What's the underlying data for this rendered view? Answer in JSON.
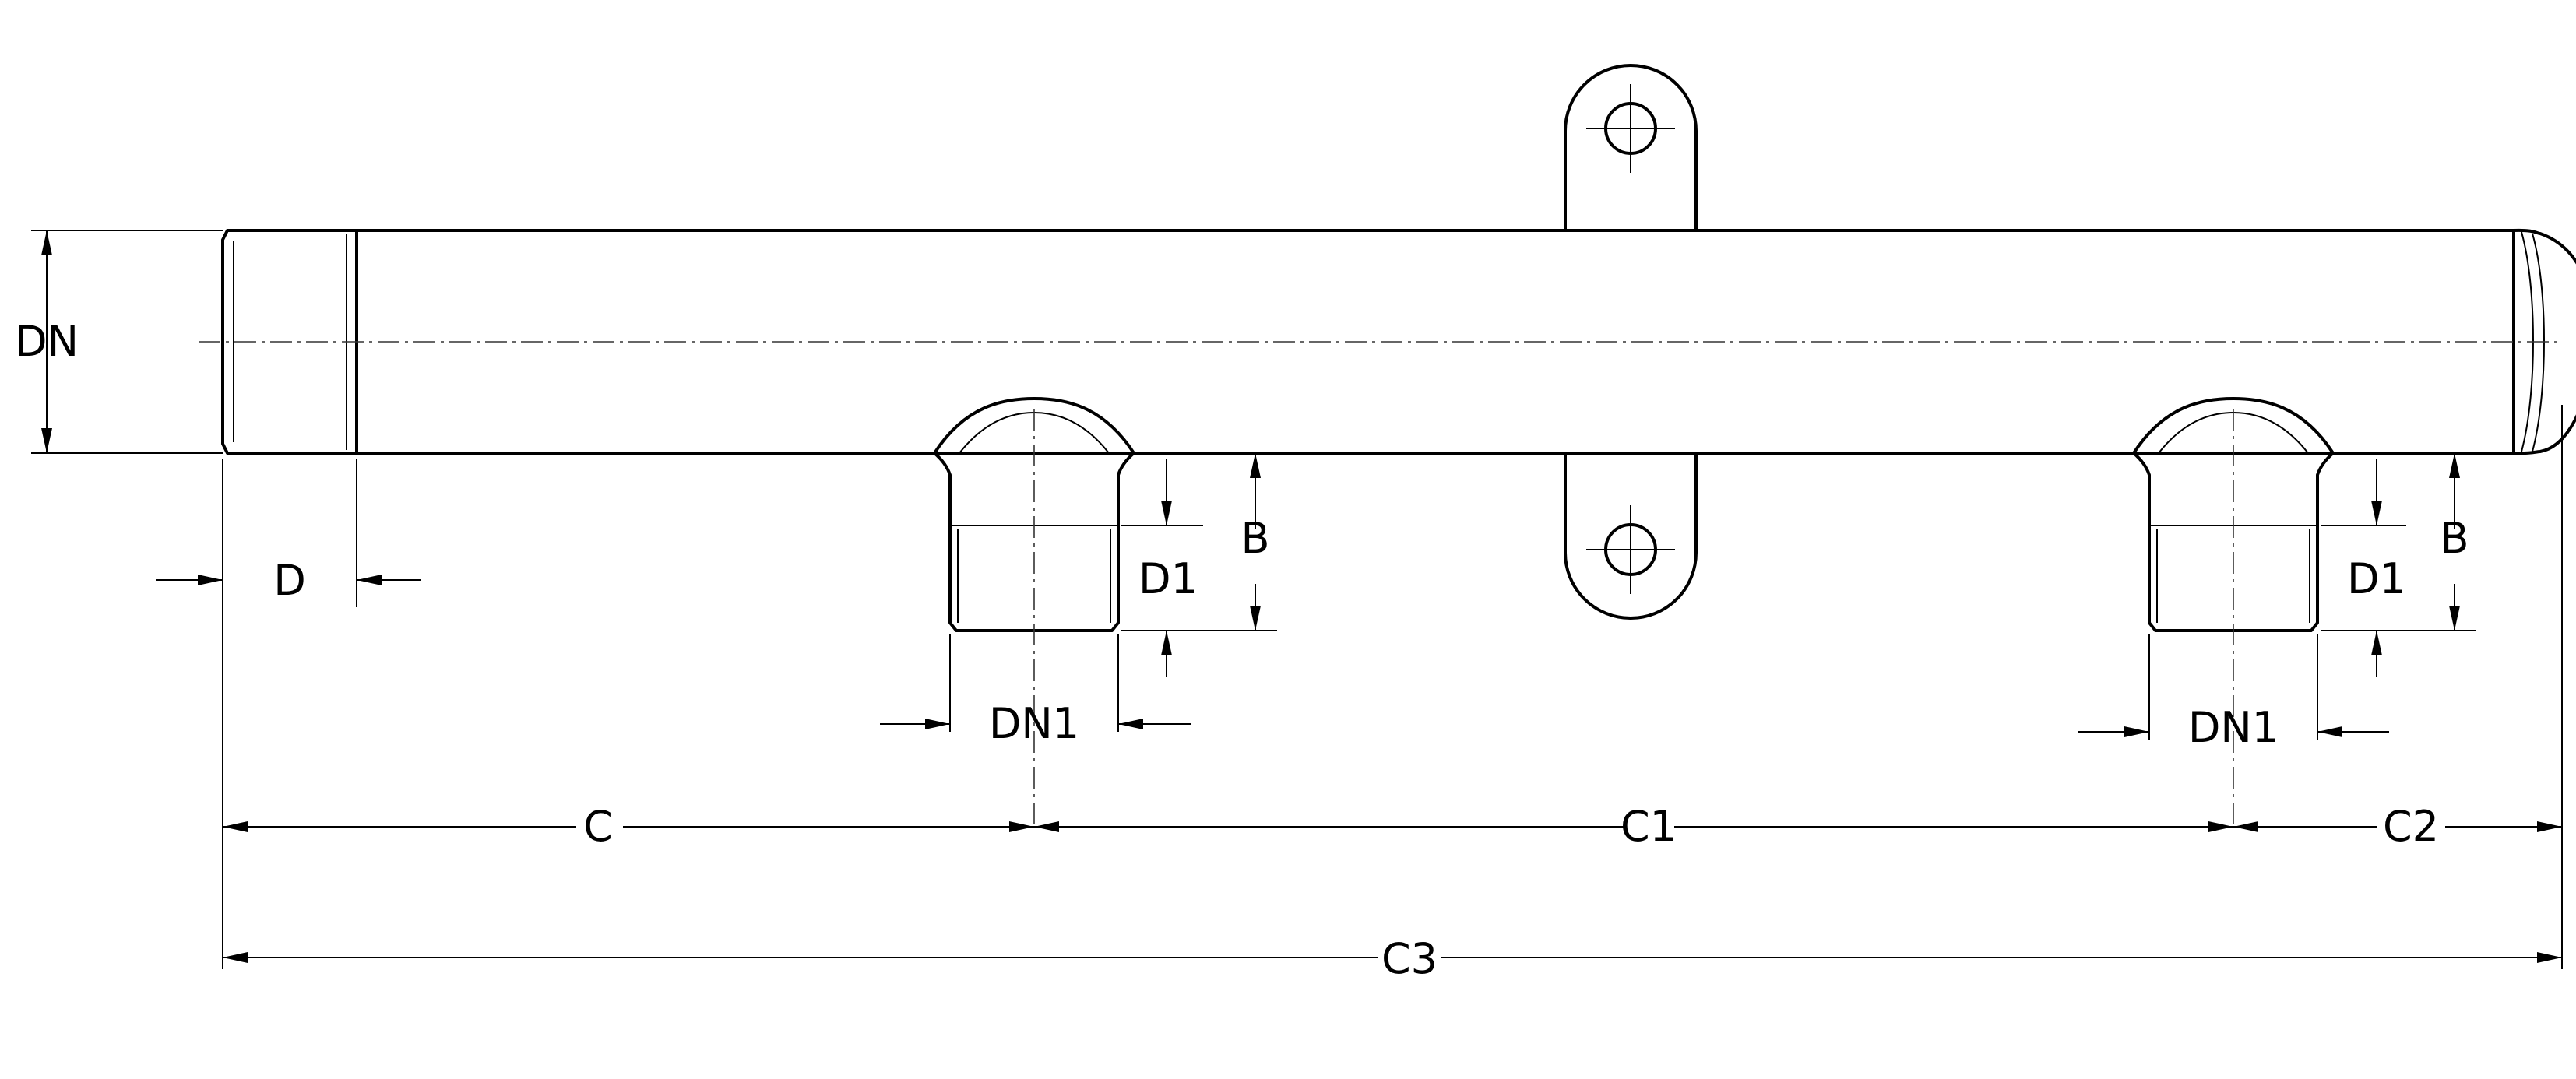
{
  "labels": {
    "dn": "DN",
    "d": "D",
    "b_left": "B",
    "b_right": "B",
    "d1_left": "D1",
    "d1_right": "D1",
    "dn1_left": "DN1",
    "dn1_right": "DN1",
    "c": "C",
    "c1": "C1",
    "c2": "C2",
    "c3": "C3"
  },
  "colors": {
    "line": "#000000",
    "background": "#ffffff"
  }
}
